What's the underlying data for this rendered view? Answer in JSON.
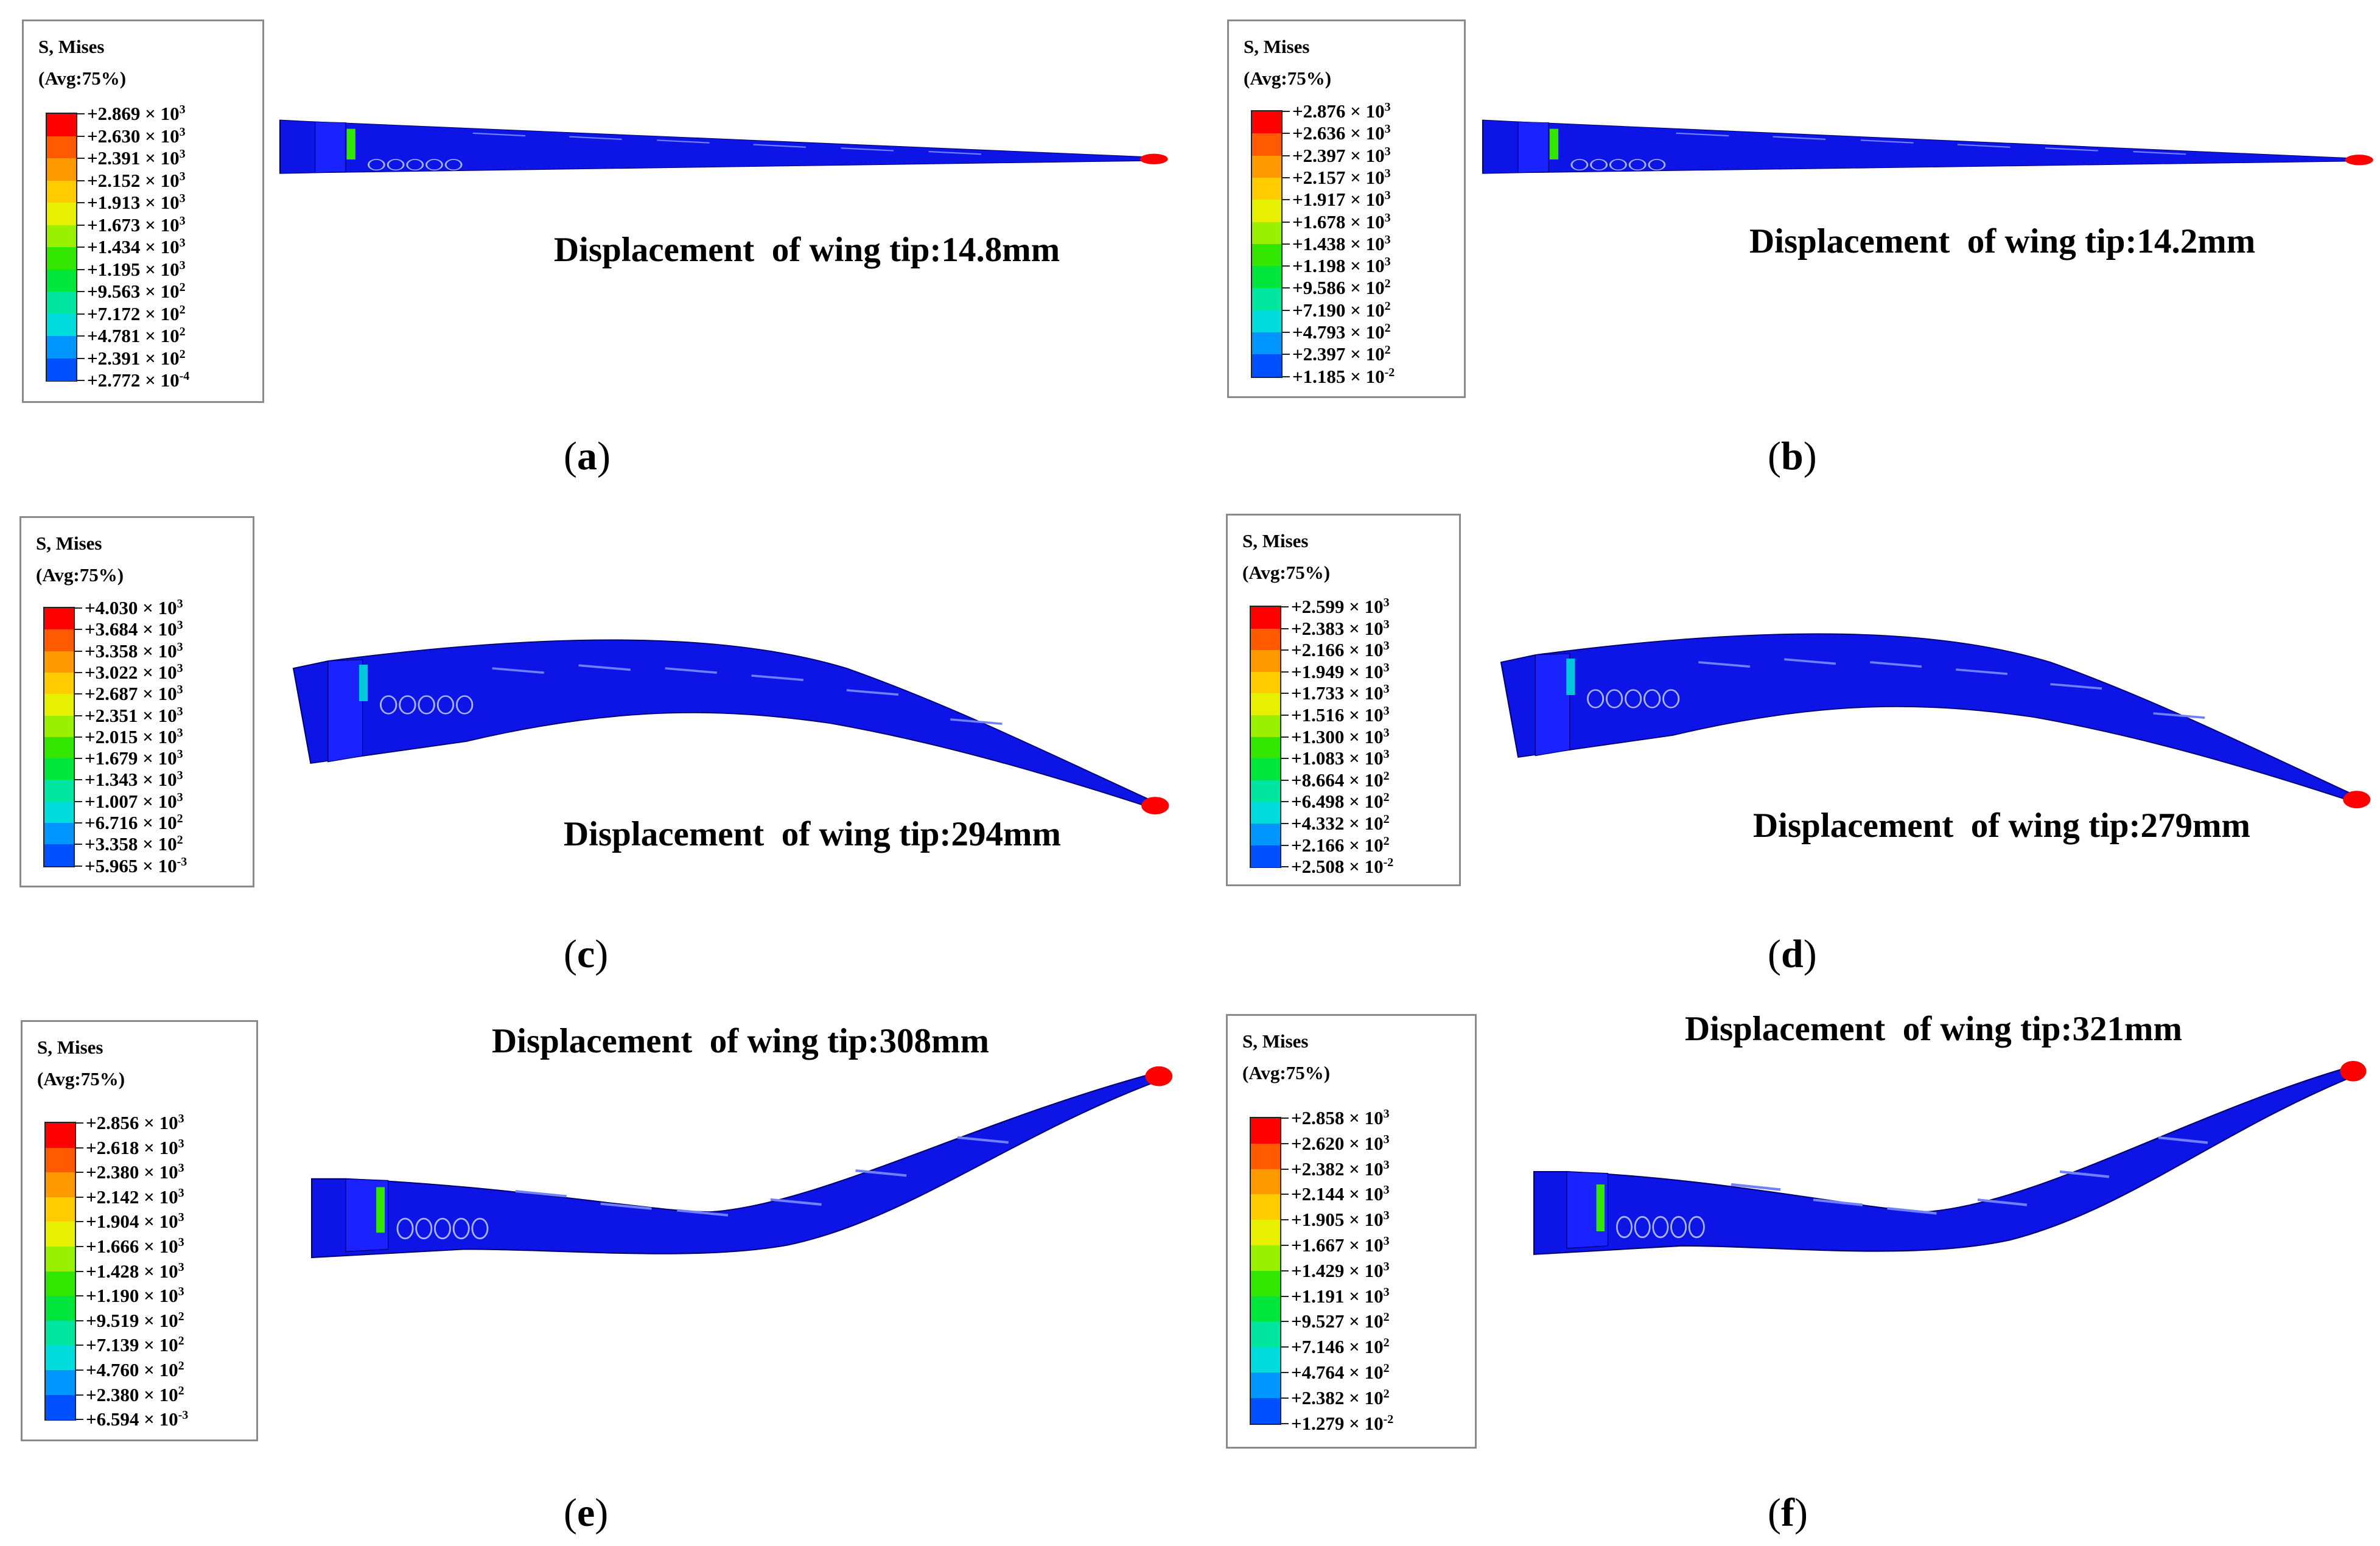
{
  "legend_title_1": "S, Mises",
  "legend_title_2": "(Avg:75%)",
  "colors": [
    "#ff0000",
    "#ff5a00",
    "#ff9900",
    "#ffcc00",
    "#e6f000",
    "#99f000",
    "#33e600",
    "#00e63c",
    "#00e6a0",
    "#00dcdc",
    "#0096ff",
    "#0050ff",
    "#0000ff"
  ],
  "wing_color": "#0c14e6",
  "tip_color": "#ff0000",
  "displacement_prefix": "Displacement  of wing tip:",
  "panels": [
    {
      "caption": "a",
      "displacement": "14.8mm",
      "levels": [
        {
          "m": "+2.869",
          "e": "3"
        },
        {
          "m": "+2.630",
          "e": "3"
        },
        {
          "m": "+2.391",
          "e": "3"
        },
        {
          "m": "+2.152",
          "e": "3"
        },
        {
          "m": "+1.913",
          "e": "3"
        },
        {
          "m": "+1.673",
          "e": "3"
        },
        {
          "m": "+1.434",
          "e": "3"
        },
        {
          "m": "+1.195",
          "e": "3"
        },
        {
          "m": "+9.563",
          "e": "2"
        },
        {
          "m": "+7.172",
          "e": "2"
        },
        {
          "m": "+4.781",
          "e": "2"
        },
        {
          "m": "+2.391",
          "e": "2"
        },
        {
          "m": "+2.772",
          "e": "-4"
        }
      ]
    },
    {
      "caption": "b",
      "displacement": "14.2mm",
      "levels": [
        {
          "m": "+2.876",
          "e": "3"
        },
        {
          "m": "+2.636",
          "e": "3"
        },
        {
          "m": "+2.397",
          "e": "3"
        },
        {
          "m": "+2.157",
          "e": "3"
        },
        {
          "m": "+1.917",
          "e": "3"
        },
        {
          "m": "+1.678",
          "e": "3"
        },
        {
          "m": "+1.438",
          "e": "3"
        },
        {
          "m": "+1.198",
          "e": "3"
        },
        {
          "m": "+9.586",
          "e": "2"
        },
        {
          "m": "+7.190",
          "e": "2"
        },
        {
          "m": "+4.793",
          "e": "2"
        },
        {
          "m": "+2.397",
          "e": "2"
        },
        {
          "m": "+1.185",
          "e": "-2"
        }
      ]
    },
    {
      "caption": "c",
      "displacement": "294mm",
      "levels": [
        {
          "m": "+4.030",
          "e": "3"
        },
        {
          "m": "+3.684",
          "e": "3"
        },
        {
          "m": "+3.358",
          "e": "3"
        },
        {
          "m": "+3.022",
          "e": "3"
        },
        {
          "m": "+2.687",
          "e": "3"
        },
        {
          "m": "+2.351",
          "e": "3"
        },
        {
          "m": "+2.015",
          "e": "3"
        },
        {
          "m": "+1.679",
          "e": "3"
        },
        {
          "m": "+1.343",
          "e": "3"
        },
        {
          "m": "+1.007",
          "e": "3"
        },
        {
          "m": "+6.716",
          "e": "2"
        },
        {
          "m": "+3.358",
          "e": "2"
        },
        {
          "m": "+5.965",
          "e": "-3"
        }
      ]
    },
    {
      "caption": "d",
      "displacement": "279mm",
      "levels": [
        {
          "m": "+2.599",
          "e": "3"
        },
        {
          "m": "+2.383",
          "e": "3"
        },
        {
          "m": "+2.166",
          "e": "3"
        },
        {
          "m": "+1.949",
          "e": "3"
        },
        {
          "m": "+1.733",
          "e": "3"
        },
        {
          "m": "+1.516",
          "e": "3"
        },
        {
          "m": "+1.300",
          "e": "3"
        },
        {
          "m": "+1.083",
          "e": "3"
        },
        {
          "m": "+8.664",
          "e": "2"
        },
        {
          "m": "+6.498",
          "e": "2"
        },
        {
          "m": "+4.332",
          "e": "2"
        },
        {
          "m": "+2.166",
          "e": "2"
        },
        {
          "m": "+2.508",
          "e": "-2"
        }
      ]
    },
    {
      "caption": "e",
      "displacement": "308mm",
      "levels": [
        {
          "m": "+2.856",
          "e": "3"
        },
        {
          "m": "+2.618",
          "e": "3"
        },
        {
          "m": "+2.380",
          "e": "3"
        },
        {
          "m": "+2.142",
          "e": "3"
        },
        {
          "m": "+1.904",
          "e": "3"
        },
        {
          "m": "+1.666",
          "e": "3"
        },
        {
          "m": "+1.428",
          "e": "3"
        },
        {
          "m": "+1.190",
          "e": "3"
        },
        {
          "m": "+9.519",
          "e": "2"
        },
        {
          "m": "+7.139",
          "e": "2"
        },
        {
          "m": "+4.760",
          "e": "2"
        },
        {
          "m": "+2.380",
          "e": "2"
        },
        {
          "m": "+6.594",
          "e": "-3"
        }
      ]
    },
    {
      "caption": "f",
      "displacement": "321mm",
      "levels": [
        {
          "m": "+2.858",
          "e": "3"
        },
        {
          "m": "+2.620",
          "e": "3"
        },
        {
          "m": "+2.382",
          "e": "3"
        },
        {
          "m": "+2.144",
          "e": "3"
        },
        {
          "m": "+1.905",
          "e": "3"
        },
        {
          "m": "+1.667",
          "e": "3"
        },
        {
          "m": "+1.429",
          "e": "3"
        },
        {
          "m": "+1.191",
          "e": "3"
        },
        {
          "m": "+9.527",
          "e": "2"
        },
        {
          "m": "+7.146",
          "e": "2"
        },
        {
          "m": "+4.764",
          "e": "2"
        },
        {
          "m": "+2.382",
          "e": "2"
        },
        {
          "m": "+1.279",
          "e": "-2"
        }
      ]
    }
  ]
}
